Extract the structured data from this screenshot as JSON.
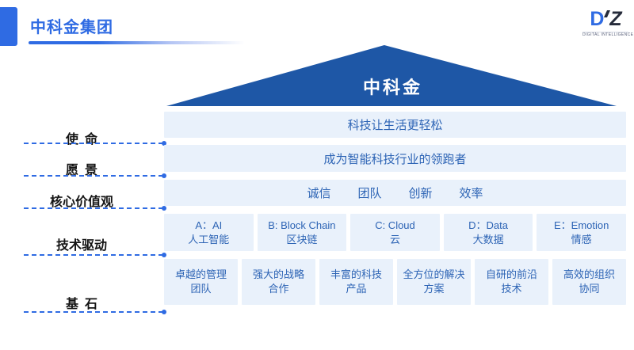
{
  "header": {
    "title": "中科金集团",
    "logo": {
      "d": "D",
      "z": "Z",
      "tagline": "DIGITAL INTELLIGENCE"
    }
  },
  "pyramid": {
    "roof_label": "中科金",
    "levels": [
      {
        "label": "使 命",
        "text": "科技让生活更轻松"
      },
      {
        "label": "愿 景",
        "text": "成为智能科技行业的领跑者"
      },
      {
        "label": "核心价值观",
        "words": [
          "诚信",
          "团队",
          "创新",
          "效率"
        ]
      },
      {
        "label": "技术驱动",
        "boxes": [
          {
            "line1": "A：AI",
            "line2": "人工智能"
          },
          {
            "line1": "B: Block Chain",
            "line2": "区块链"
          },
          {
            "line1": "C: Cloud",
            "line2": "云"
          },
          {
            "line1": "D：Data",
            "line2": "大数据"
          },
          {
            "line1": "E：Emotion",
            "line2": "情感"
          }
        ]
      },
      {
        "label": "基 石",
        "boxes": [
          {
            "line1": "卓越的管理",
            "line2": "团队"
          },
          {
            "line1": "强大的战略",
            "line2": "合作"
          },
          {
            "line1": "丰富的科技",
            "line2": "产品"
          },
          {
            "line1": "全方位的解决",
            "line2": "方案"
          },
          {
            "line1": "自研的前沿",
            "line2": "技术"
          },
          {
            "line1": "高效的组织",
            "line2": "协同"
          }
        ]
      }
    ]
  },
  "colors": {
    "accent": "#2F6BE3",
    "roof": "#1E57A6",
    "band_bg": "#E9F1FB",
    "band_text": "#2D64B5",
    "label_text": "#141414",
    "logo_dark": "#252B3A",
    "tagline": "#59607A"
  }
}
